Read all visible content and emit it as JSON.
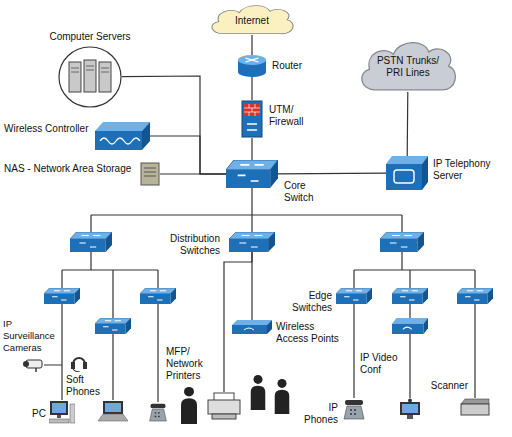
{
  "diagram": {
    "nodes": [
      {
        "text": [
          "Internet"
        ]
      },
      {
        "text": [
          "Router"
        ]
      },
      {
        "text": [
          "UTM/ Firewall"
        ]
      },
      {
        "text": [
          "PSTN Trunks/ PRI Lines"
        ]
      },
      {
        "text": [
          "IP Telephony Server"
        ]
      },
      {
        "text": [
          "Computer Servers"
        ]
      },
      {
        "text": [
          "Wireless Controller"
        ]
      },
      {
        "text": [
          "NAS - Network Area Storage"
        ]
      },
      {
        "text": [
          "Core Switch"
        ]
      },
      {
        "text": [
          "Distribution Switches"
        ]
      },
      {
        "text": [
          "Edge Switches"
        ]
      },
      {
        "text": [
          "Wireless Access Points"
        ]
      },
      {
        "text": [
          "IP Surveillance Cameras"
        ]
      },
      {
        "text": [
          "Soft Phones"
        ]
      },
      {
        "text": [
          "PC"
        ]
      },
      {
        "text": [
          "MFP/ Network Printers"
        ]
      },
      {
        "text": [
          "IP Phones"
        ]
      },
      {
        "text": [
          "IP Video Conf"
        ]
      },
      {
        "text": [
          "Scanner"
        ]
      }
    ],
    "edges": [
      {
        "from": 0,
        "to": 1,
        "arrow": "none"
      },
      {
        "from": 1,
        "to": 2,
        "arrow": "none"
      },
      {
        "from": 2,
        "to": 8,
        "arrow": "none"
      },
      {
        "from": 8,
        "to": 5,
        "arrow": "none"
      },
      {
        "from": 8,
        "to": 6,
        "arrow": "none"
      },
      {
        "from": 8,
        "to": 7,
        "arrow": "none"
      },
      {
        "from": 8,
        "to": 4,
        "arrow": "none"
      },
      {
        "from": 4,
        "to": 3,
        "arrow": "none"
      },
      {
        "from": 8,
        "to": 9,
        "arrow": "none"
      },
      {
        "from": 9,
        "to": 11,
        "arrow": "none"
      },
      {
        "from": 9,
        "to": 15,
        "arrow": "none"
      },
      {
        "from": 10,
        "to": 16,
        "arrow": "none"
      }
    ]
  }
}
